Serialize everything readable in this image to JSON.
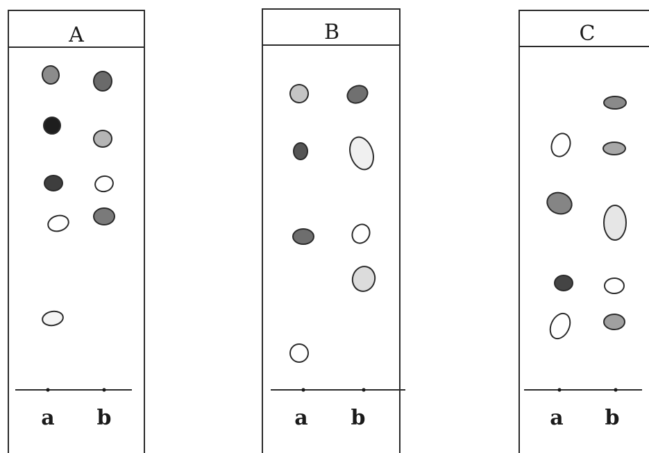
{
  "figure": {
    "plates": [
      {
        "label": "A",
        "lanes": [
          "a",
          "b"
        ],
        "spots": [
          {
            "lane": "a",
            "shade": "#8c8c8c"
          },
          {
            "lane": "a",
            "shade": "#1e1e1e"
          },
          {
            "lane": "a",
            "shade": "#3e3e3e"
          },
          {
            "lane": "a",
            "shade": "#ffffff"
          },
          {
            "lane": "a",
            "shade": "#f4f4f4"
          },
          {
            "lane": "b",
            "shade": "#6a6a6a"
          },
          {
            "lane": "b",
            "shade": "#b5b5b5"
          },
          {
            "lane": "b",
            "shade": "#ffffff"
          },
          {
            "lane": "b",
            "shade": "#7a7a7a"
          }
        ]
      },
      {
        "label": "B",
        "lanes": [
          "a",
          "b"
        ],
        "spots": [
          {
            "lane": "a",
            "shade": "#c4c4c4"
          },
          {
            "lane": "a",
            "shade": "#555555"
          },
          {
            "lane": "a",
            "shade": "#6e6e6e"
          },
          {
            "lane": "a",
            "shade": "#ffffff"
          },
          {
            "lane": "b",
            "shade": "#707070"
          },
          {
            "lane": "b",
            "shade": "#f0f0f0"
          },
          {
            "lane": "b",
            "shade": "#ffffff"
          },
          {
            "lane": "b",
            "shade": "#dcdcdc"
          }
        ]
      },
      {
        "label": "C",
        "lanes": [
          "a",
          "b"
        ],
        "spots": [
          {
            "lane": "a",
            "shade": "#ffffff"
          },
          {
            "lane": "a",
            "shade": "#858585"
          },
          {
            "lane": "a",
            "shade": "#444444"
          },
          {
            "lane": "a",
            "shade": "#ffffff"
          },
          {
            "lane": "b",
            "shade": "#8a8a8a"
          },
          {
            "lane": "b",
            "shade": "#a8a8a8"
          },
          {
            "lane": "b",
            "shade": "#e6e6e6"
          },
          {
            "lane": "b",
            "shade": "#ffffff"
          },
          {
            "lane": "b",
            "shade": "#a0a0a0"
          }
        ]
      }
    ]
  }
}
